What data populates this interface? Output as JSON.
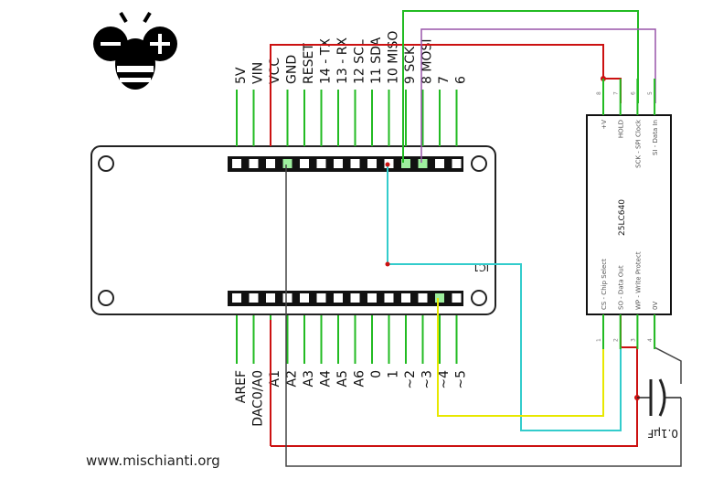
{
  "board": {
    "top_pins": [
      "5V",
      "VIN",
      "VCC",
      "GND",
      "RESET",
      "14 - TX",
      "13 - RX",
      "12 SCL",
      "11 SDA",
      "10 MISO",
      "9 SCK",
      "8 MOSI",
      "7",
      "6"
    ],
    "bottom_pins": [
      "AREF",
      "DAC0/A0",
      "A1",
      "A2",
      "A3",
      "A4",
      "A5",
      "A6",
      "0",
      "1",
      "~2",
      "~3",
      "~4",
      "~5"
    ],
    "label": "IC1"
  },
  "chip": {
    "name": "25LC640",
    "top_pins": [
      {
        "num": "8",
        "label": "+V"
      },
      {
        "num": "7",
        "label": "HOLD"
      },
      {
        "num": "6",
        "label": "SCK - SPI Clock"
      },
      {
        "num": "5",
        "label": "SI - Data In"
      }
    ],
    "bottom_pins": [
      {
        "num": "1",
        "label": "CS - Chip Select"
      },
      {
        "num": "2",
        "label": "SO - Data Out"
      },
      {
        "num": "3",
        "label": "WP - Write Protect"
      },
      {
        "num": "4",
        "label": "0V"
      }
    ]
  },
  "capacitor": {
    "label": "0.1µF"
  },
  "footer": {
    "website": "www.mischianti.org"
  },
  "colors": {
    "pin_green": "#22bb22",
    "vcc_red": "#cc1111",
    "gnd_gray": "#444444",
    "sck_green": "#22bb22",
    "mosi_purple": "#9955aa",
    "miso_cyan": "#33cccc",
    "cs_yellow": "#e8e800"
  }
}
